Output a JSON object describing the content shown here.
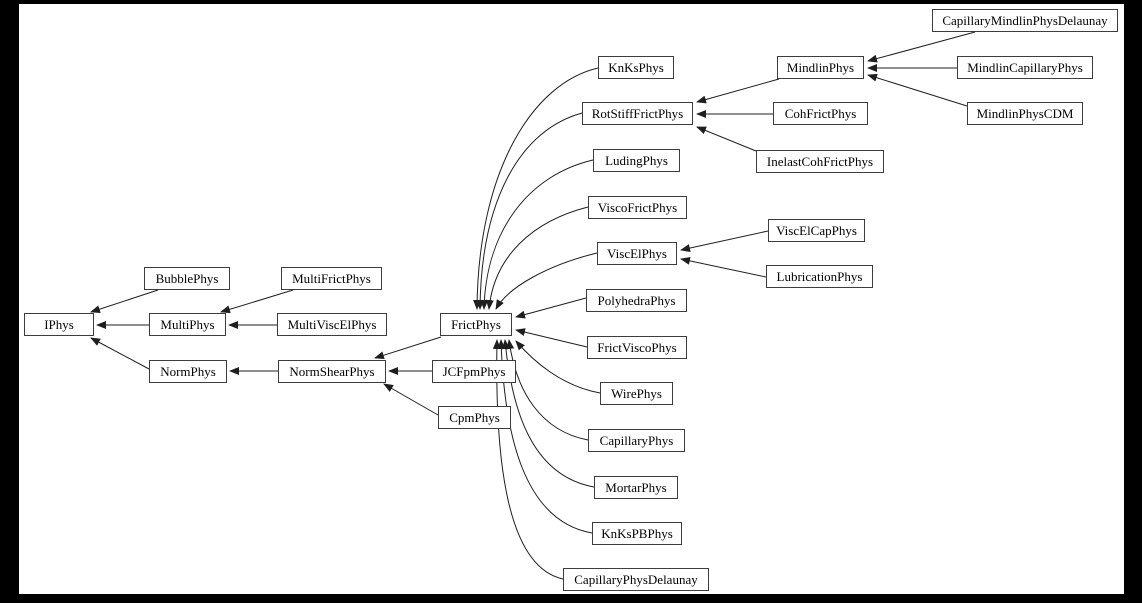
{
  "diagram": {
    "kind": "class-inheritance-graph",
    "arrow_meaning": "arrow points from derived class to its base class",
    "root_class": "IPhys"
  },
  "colors": {
    "background": "#000000",
    "canvas": "#ffffff",
    "stroke": "#1f1f1f",
    "node_fill": "#ffffff",
    "node_border": "#3d3d3d",
    "text": "#000000"
  },
  "nodes": [
    {
      "id": "iphys",
      "label": "IPhys"
    },
    {
      "id": "bubblephys",
      "label": "BubblePhys"
    },
    {
      "id": "multiphys",
      "label": "MultiPhys"
    },
    {
      "id": "normphys",
      "label": "NormPhys"
    },
    {
      "id": "multifrictphys",
      "label": "MultiFrictPhys"
    },
    {
      "id": "multiviscelphys",
      "label": "MultiViscElPhys"
    },
    {
      "id": "normshearphys",
      "label": "NormShearPhys"
    },
    {
      "id": "frictphys",
      "label": "FrictPhys"
    },
    {
      "id": "jcfpmphys",
      "label": "JCFpmPhys"
    },
    {
      "id": "cpmphys",
      "label": "CpmPhys"
    },
    {
      "id": "knksphys",
      "label": "KnKsPhys"
    },
    {
      "id": "rotstifffrictphys",
      "label": "RotStiffFrictPhys"
    },
    {
      "id": "ludingphys",
      "label": "LudingPhys"
    },
    {
      "id": "viscofrictphys",
      "label": "ViscoFrictPhys"
    },
    {
      "id": "viscelphys",
      "label": "ViscElPhys"
    },
    {
      "id": "polyhedraphys",
      "label": "PolyhedraPhys"
    },
    {
      "id": "frictviscophys",
      "label": "FrictViscoPhys"
    },
    {
      "id": "wirephys",
      "label": "WirePhys"
    },
    {
      "id": "capillaryphys",
      "label": "CapillaryPhys"
    },
    {
      "id": "mortarphys",
      "label": "MortarPhys"
    },
    {
      "id": "knkspbphys",
      "label": "KnKsPBPhys"
    },
    {
      "id": "capillaryphysdelaunay",
      "label": "CapillaryPhysDelaunay"
    },
    {
      "id": "mindlinphys",
      "label": "MindlinPhys"
    },
    {
      "id": "cohfrictphys",
      "label": "CohFrictPhys"
    },
    {
      "id": "inelastcohfrictphys",
      "label": "InelastCohFrictPhys"
    },
    {
      "id": "viscelcapphys",
      "label": "ViscElCapPhys"
    },
    {
      "id": "lubricationphys",
      "label": "LubricationPhys"
    },
    {
      "id": "capillarymindlinphysdelaunay",
      "label": "CapillaryMindlinPhysDelaunay"
    },
    {
      "id": "mindlincapillaryphys",
      "label": "MindlinCapillaryPhys"
    },
    {
      "id": "mindlinphyscdm",
      "label": "MindlinPhysCDM"
    }
  ],
  "edges": [
    {
      "from": "bubblephys",
      "to": "iphys"
    },
    {
      "from": "multiphys",
      "to": "iphys"
    },
    {
      "from": "normphys",
      "to": "iphys"
    },
    {
      "from": "multifrictphys",
      "to": "multiphys"
    },
    {
      "from": "multiviscelphys",
      "to": "multiphys"
    },
    {
      "from": "normshearphys",
      "to": "normphys"
    },
    {
      "from": "frictphys",
      "to": "normshearphys"
    },
    {
      "from": "jcfpmphys",
      "to": "normshearphys"
    },
    {
      "from": "cpmphys",
      "to": "normshearphys"
    },
    {
      "from": "knksphys",
      "to": "frictphys"
    },
    {
      "from": "rotstifffrictphys",
      "to": "frictphys"
    },
    {
      "from": "ludingphys",
      "to": "frictphys"
    },
    {
      "from": "viscofrictphys",
      "to": "frictphys"
    },
    {
      "from": "viscelphys",
      "to": "frictphys"
    },
    {
      "from": "polyhedraphys",
      "to": "frictphys"
    },
    {
      "from": "frictviscophys",
      "to": "frictphys"
    },
    {
      "from": "wirephys",
      "to": "frictphys"
    },
    {
      "from": "capillaryphys",
      "to": "frictphys"
    },
    {
      "from": "mortarphys",
      "to": "frictphys"
    },
    {
      "from": "knkspbphys",
      "to": "frictphys"
    },
    {
      "from": "capillaryphysdelaunay",
      "to": "frictphys"
    },
    {
      "from": "mindlinphys",
      "to": "rotstifffrictphys"
    },
    {
      "from": "cohfrictphys",
      "to": "rotstifffrictphys"
    },
    {
      "from": "inelastcohfrictphys",
      "to": "rotstifffrictphys"
    },
    {
      "from": "capillarymindlinphysdelaunay",
      "to": "mindlinphys"
    },
    {
      "from": "mindlincapillaryphys",
      "to": "mindlinphys"
    },
    {
      "from": "mindlinphyscdm",
      "to": "mindlinphys"
    },
    {
      "from": "viscelcapphys",
      "to": "viscelphys"
    },
    {
      "from": "lubricationphys",
      "to": "viscelphys"
    }
  ]
}
